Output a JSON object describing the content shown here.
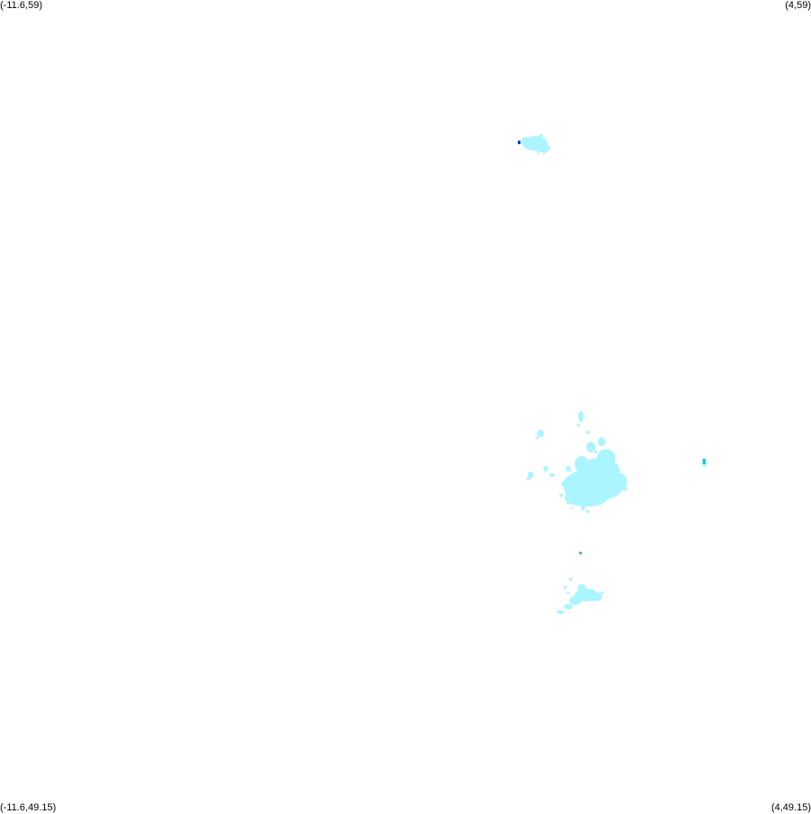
{
  "corners": {
    "top_left": "(-11.6,59)",
    "top_right": "(4,59)",
    "bottom_left": "(-11.6,49.15)",
    "bottom_right": "(4,49.15)"
  },
  "colors": {
    "background": "#ffffff",
    "low": "#aaf5ff",
    "mid": "#3cb4e6",
    "high": "#0a46d2"
  }
}
